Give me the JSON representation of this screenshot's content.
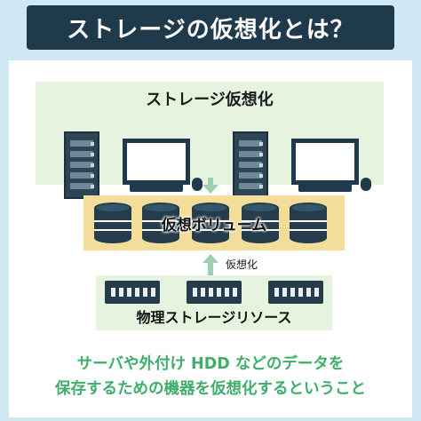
{
  "title": "ストレージの仮想化とは？",
  "diagram": {
    "virtualization_label": "ストレージ仮想化",
    "volume_label": "仮想ボリューム",
    "arrow_label": "仮想化",
    "physical_label": "物理ストレージリソース"
  },
  "description": {
    "line1": "サーバや外付け HDD などのデータを",
    "line2": "保存するための機器を仮想化するということ"
  },
  "colors": {
    "title_bg": "#1f3a4a",
    "accent_green": "#3fae6b",
    "volume_bg": "#f2dd9a",
    "area_bg": "#e5f3df"
  }
}
